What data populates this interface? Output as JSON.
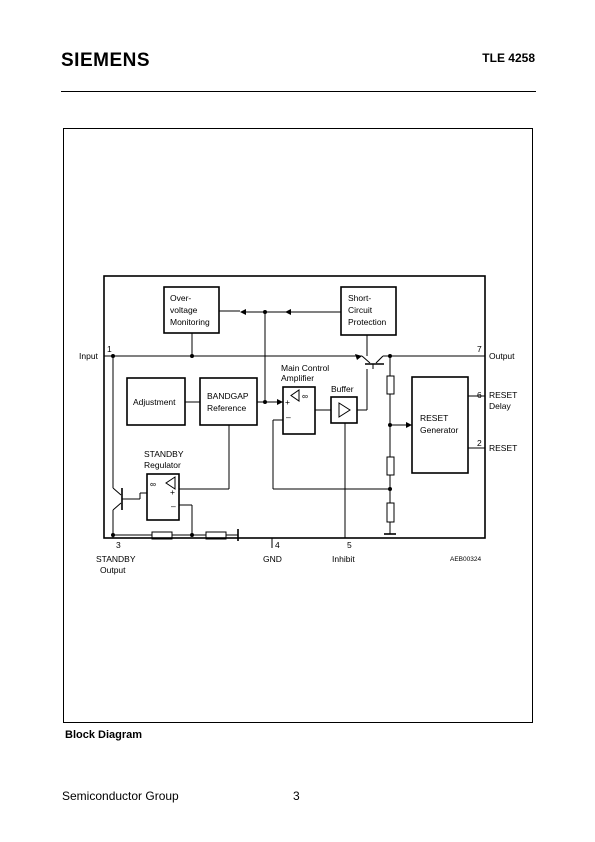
{
  "header": {
    "brand": "SIEMENS",
    "part_number": "TLE 4258"
  },
  "diagram": {
    "blocks": {
      "overvoltage": [
        "Over-",
        "voltage",
        "Monitoring"
      ],
      "short_circuit": [
        "Short-",
        "Circuit",
        "Protection"
      ],
      "adjustment": "Adjustment",
      "bandgap": [
        "BANDGAP",
        "Reference"
      ],
      "main_control": [
        "Main Control",
        "Amplifier"
      ],
      "buffer": "Buffer",
      "reset_generator": [
        "RESET",
        "Generator"
      ],
      "standby_regulator": [
        "STANDBY",
        "Regulator"
      ]
    },
    "pins": {
      "input": {
        "num": "1",
        "label": "Input"
      },
      "output": {
        "num": "7",
        "label": "Output"
      },
      "reset_delay": {
        "num": "6",
        "label": [
          "RESET",
          "Delay"
        ]
      },
      "reset": {
        "num": "2",
        "label": "RESET"
      },
      "standby_output": {
        "num": "3",
        "label": [
          "STANDBY",
          "Output"
        ]
      },
      "gnd": {
        "num": "4",
        "label": "GND"
      },
      "inhibit": {
        "num": "5",
        "label": "Inhibit"
      }
    },
    "drawing_code": "AEB00324"
  },
  "caption": "Block Diagram",
  "footer": {
    "left": "Semiconductor Group",
    "page": "3"
  }
}
